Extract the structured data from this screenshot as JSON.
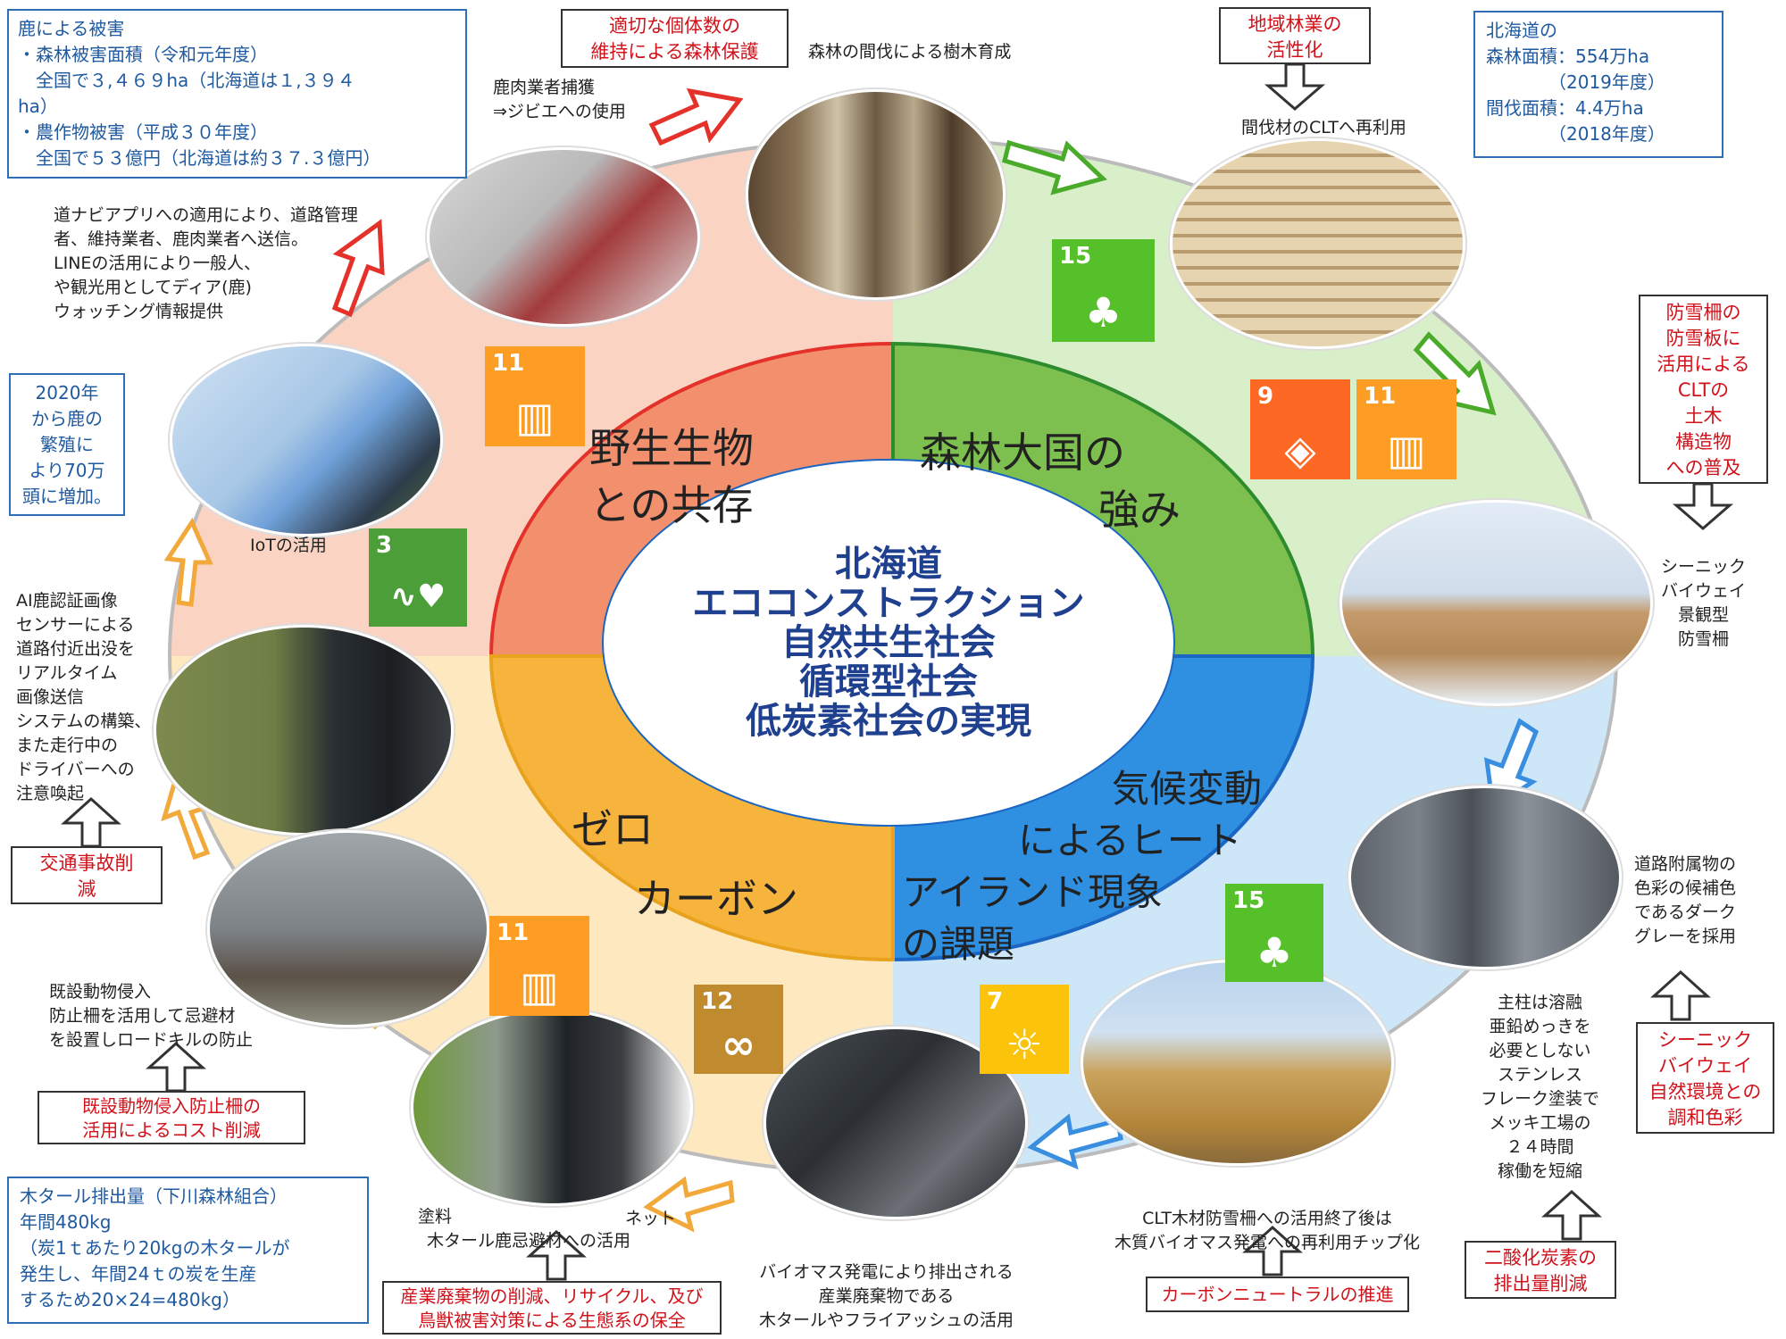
{
  "center": {
    "lines": [
      "北海道",
      "エココンストラクション",
      "自然共生社会",
      "循環型社会",
      "低炭素社会の実現"
    ]
  },
  "quadrants": {
    "wildlife": [
      "野生生物",
      "との共存"
    ],
    "forest": [
      "森林大国の",
      "強み"
    ],
    "climate": [
      "気候変動",
      "によるヒート",
      "アイランド現象",
      "の課題"
    ],
    "zero": [
      "ゼロ",
      "カーボン"
    ]
  },
  "colors": {
    "wildlife": "#f2906e",
    "wildlife_light": "#fbd3c3",
    "forest": "#7dc04f",
    "forest_light": "#d9efc9",
    "climate": "#2f8fe0",
    "climate_light": "#cde6f8",
    "zero": "#f7b43d",
    "zero_light": "#fde8bf",
    "center_text": "#1f3f8f"
  },
  "boxes": {
    "deer_damage": [
      "鹿による被害",
      "・森林被害面積（令和元年度）",
      "　全国で３,４６９ha（北海道は１,３９４",
      "ha）",
      "・農作物被害（平成３０年度）",
      "　全国で５３億円（北海道は約３７.３億円）"
    ],
    "forest_area": [
      "北海道の",
      "森林面積：554万ha",
      "　　　　（2019年度）",
      "間伐面積：4.4万ha",
      "　　　　（2018年度）"
    ],
    "deer_increase": [
      "2020年",
      "から鹿の",
      "繁殖に",
      "より70万",
      "頭に増加。"
    ],
    "tar_output": [
      "木タール排出量（下川森林組合）",
      "年間480kg",
      "（炭1ｔあたり20kgの木タールが",
      "発生し、年間24ｔの炭を生産",
      "するため20×24=480kg）"
    ]
  },
  "red_boxes": {
    "population": [
      "適切な個体数の",
      "維持による森林保護"
    ],
    "forestry": [
      "地域林業の",
      "活性化"
    ],
    "soundwall": [
      "防雪柵の",
      "防雪板に",
      "活用による",
      "CLTの",
      "土木",
      "構造物",
      "への普及"
    ],
    "scenic_color": [
      "シーニック",
      "バイウェイ",
      "自然環境との",
      "調和色彩"
    ],
    "co2": [
      "二酸化炭素の",
      "排出量削減"
    ],
    "carbon_neutral": [
      "カーボンニュートラルの推進"
    ],
    "industrial": [
      "産業廃棄物の削減、リサイクル、及び",
      "鳥獣被害対策による生態系の保全"
    ],
    "cost": [
      "既設動物侵入防止柵の",
      "活用によるコスト削減"
    ],
    "traffic": [
      "交通事故削",
      "減"
    ]
  },
  "notes": {
    "meat": [
      "鹿肉業者捕獲",
      "⇒ジビエへの使用"
    ],
    "thinning": [
      "森林の間伐による樹木育成"
    ],
    "clt": [
      "間伐材のCLTへ再利用"
    ],
    "navi": [
      "道ナビアプリへの適用により、道路管理",
      "者、維持業者、鹿肉業者へ送信。",
      "LINEの活用により一般人、",
      "や観光用としてディア(鹿)",
      "ウォッチング情報提供"
    ],
    "iot": [
      "IoTの活用"
    ],
    "ai": [
      "AI鹿認証画像",
      "センサーによる",
      "道路付近出没を",
      "リアルタイム",
      "画像送信",
      "システムの構築、",
      "また走行中の",
      "ドライバーへの",
      "注意喚起"
    ],
    "scenic_fence": [
      "シーニック",
      "バイウェイ",
      "景観型",
      "防雪柵"
    ],
    "dark_grey": [
      "道路附属物の",
      "色彩の候補色",
      "であるダーク",
      "グレーを採用"
    ],
    "stainless": [
      "主柱は溶融",
      "亜鉛めっきを",
      "必要としない",
      "ステンレス",
      "フレーク塗装で",
      "メッキ工場の",
      "２４時間",
      "稼働を短縮"
    ],
    "biomass_chip": [
      "CLT木材防雪柵への活用終了後は",
      "木質バイオマス発電への再利用チップ化"
    ],
    "biomass_tar": [
      "バイオマス発電により排出される",
      "産業廃棄物である",
      "木タールやフライアッシュの活用"
    ],
    "tar_use": [
      "木タール鹿忌避材への活用"
    ],
    "paint": [
      "塗料"
    ],
    "net": [
      "ネット"
    ],
    "existing_fence": [
      "既設動物侵入",
      "防止柵を活用して忌避材",
      "を設置しロードキルの防止"
    ]
  },
  "sdgs": [
    {
      "num": "15",
      "color": "#56c02b",
      "glyph": "♣"
    },
    {
      "num": "11",
      "color": "#fd9d24",
      "glyph": "▥"
    },
    {
      "num": "9",
      "color": "#fd6925",
      "glyph": "◈"
    },
    {
      "num": "11",
      "color": "#fd9d24",
      "glyph": "▥"
    },
    {
      "num": "3",
      "color": "#4c9f38",
      "glyph": "∿♥"
    },
    {
      "num": "15",
      "color": "#56c02b",
      "glyph": "♣"
    },
    {
      "num": "11",
      "color": "#fd9d24",
      "glyph": "▥"
    },
    {
      "num": "7",
      "color": "#fcc30b",
      "glyph": "☼"
    },
    {
      "num": "12",
      "color": "#bf8b2e",
      "glyph": "∞"
    }
  ]
}
